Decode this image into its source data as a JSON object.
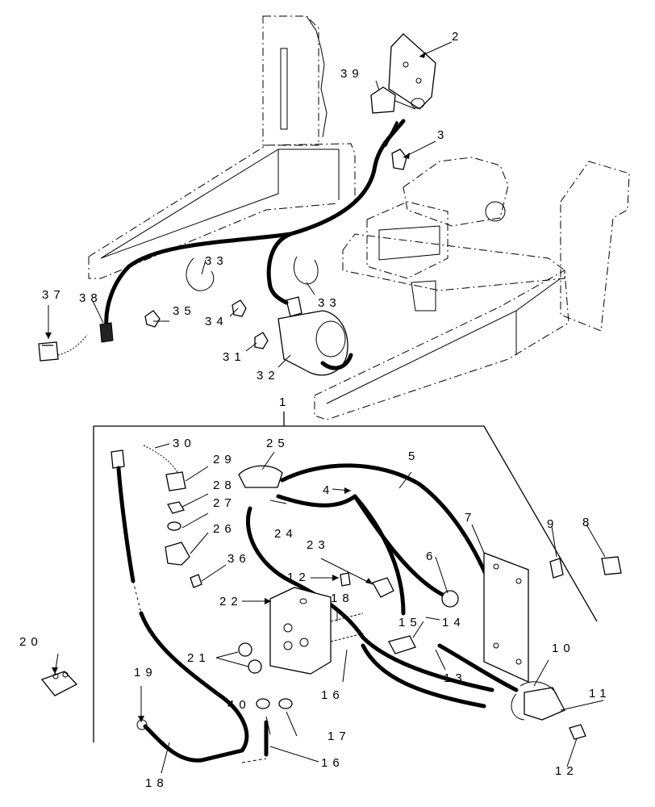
{
  "diagram": {
    "callouts": [
      {
        "id": "c1",
        "text": "1"
      },
      {
        "id": "c2",
        "text": "2"
      },
      {
        "id": "c3",
        "text": "3"
      },
      {
        "id": "c4",
        "text": "4"
      },
      {
        "id": "c5",
        "text": "5"
      },
      {
        "id": "c6",
        "text": "6"
      },
      {
        "id": "c7",
        "text": "7"
      },
      {
        "id": "c8",
        "text": "8"
      },
      {
        "id": "c9",
        "text": "9"
      },
      {
        "id": "c10",
        "text": "10"
      },
      {
        "id": "c11",
        "text": "11"
      },
      {
        "id": "c12a",
        "text": "12"
      },
      {
        "id": "c12b",
        "text": "12"
      },
      {
        "id": "c13",
        "text": "13"
      },
      {
        "id": "c14",
        "text": "14"
      },
      {
        "id": "c15",
        "text": "15"
      },
      {
        "id": "c16a",
        "text": "16"
      },
      {
        "id": "c16b",
        "text": "16"
      },
      {
        "id": "c17",
        "text": "17"
      },
      {
        "id": "c18a",
        "text": "18"
      },
      {
        "id": "c18b",
        "text": "18"
      },
      {
        "id": "c19",
        "text": "19"
      },
      {
        "id": "c20",
        "text": "20"
      },
      {
        "id": "c21",
        "text": "21"
      },
      {
        "id": "c22",
        "text": "22"
      },
      {
        "id": "c23",
        "text": "23"
      },
      {
        "id": "c24",
        "text": "24"
      },
      {
        "id": "c25",
        "text": "25"
      },
      {
        "id": "c26",
        "text": "26"
      },
      {
        "id": "c27",
        "text": "27"
      },
      {
        "id": "c28",
        "text": "28"
      },
      {
        "id": "c29",
        "text": "29"
      },
      {
        "id": "c30",
        "text": "30"
      },
      {
        "id": "c31",
        "text": "31"
      },
      {
        "id": "c32",
        "text": "32"
      },
      {
        "id": "c33a",
        "text": "33"
      },
      {
        "id": "c33b",
        "text": "33"
      },
      {
        "id": "c34",
        "text": "34"
      },
      {
        "id": "c35",
        "text": "35"
      },
      {
        "id": "c36",
        "text": "36"
      },
      {
        "id": "c37",
        "text": "37"
      },
      {
        "id": "c38",
        "text": "38"
      },
      {
        "id": "c39",
        "text": "39"
      },
      {
        "id": "c40",
        "text": "40"
      }
    ]
  }
}
